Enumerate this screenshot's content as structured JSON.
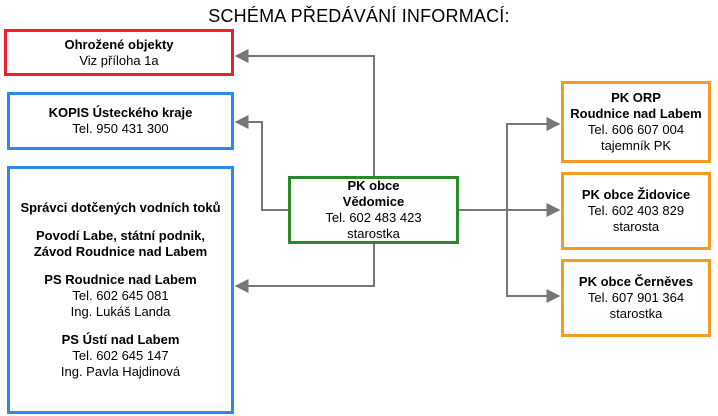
{
  "title": "SCHÉMA PŘEDÁVÁNÍ INFORMACÍ:",
  "colors": {
    "red": "#e8232f",
    "blue": "#2a8ae8",
    "green": "#2a8a2a",
    "orange": "#f59a23",
    "arrow": "#777777"
  },
  "ohrozene": {
    "heading": "Ohrožené objekty",
    "line": "Viz příloha 1a"
  },
  "kopis": {
    "heading": "KOPIS Ústeckého kraje",
    "tel": "Tel. 950 431 300"
  },
  "spravci": {
    "heading": "Správci dotčených vodních toků",
    "org_line1": "Povodí Labe, státní podnik,",
    "org_line2": "Závod Roudnice nad Labem",
    "ps1": {
      "name": "PS Roudnice nad Labem",
      "tel": "Tel. 602 645 081",
      "person": "Ing. Lukáš Landa"
    },
    "ps2": {
      "name": "PS Ústí nad Labem",
      "tel": "Tel. 602 645 147",
      "person": "Ing. Pavla Hajdinová"
    }
  },
  "center": {
    "line1": "PK obce",
    "line2": "Vědomice",
    "tel": "Tel. 602 483 423",
    "role": "starostka"
  },
  "orp": {
    "line1": "PK ORP",
    "line2": "Roudnice nad Labem",
    "tel": "Tel. 606 607 004",
    "role": "tajemník PK"
  },
  "zidovice": {
    "name": "PK obce Židovice",
    "tel": "Tel. 602 403 829",
    "role": "starosta"
  },
  "cerneves": {
    "name": "PK obce Černěves",
    "tel": "Tel. 607 901 364",
    "role": "starostka"
  }
}
